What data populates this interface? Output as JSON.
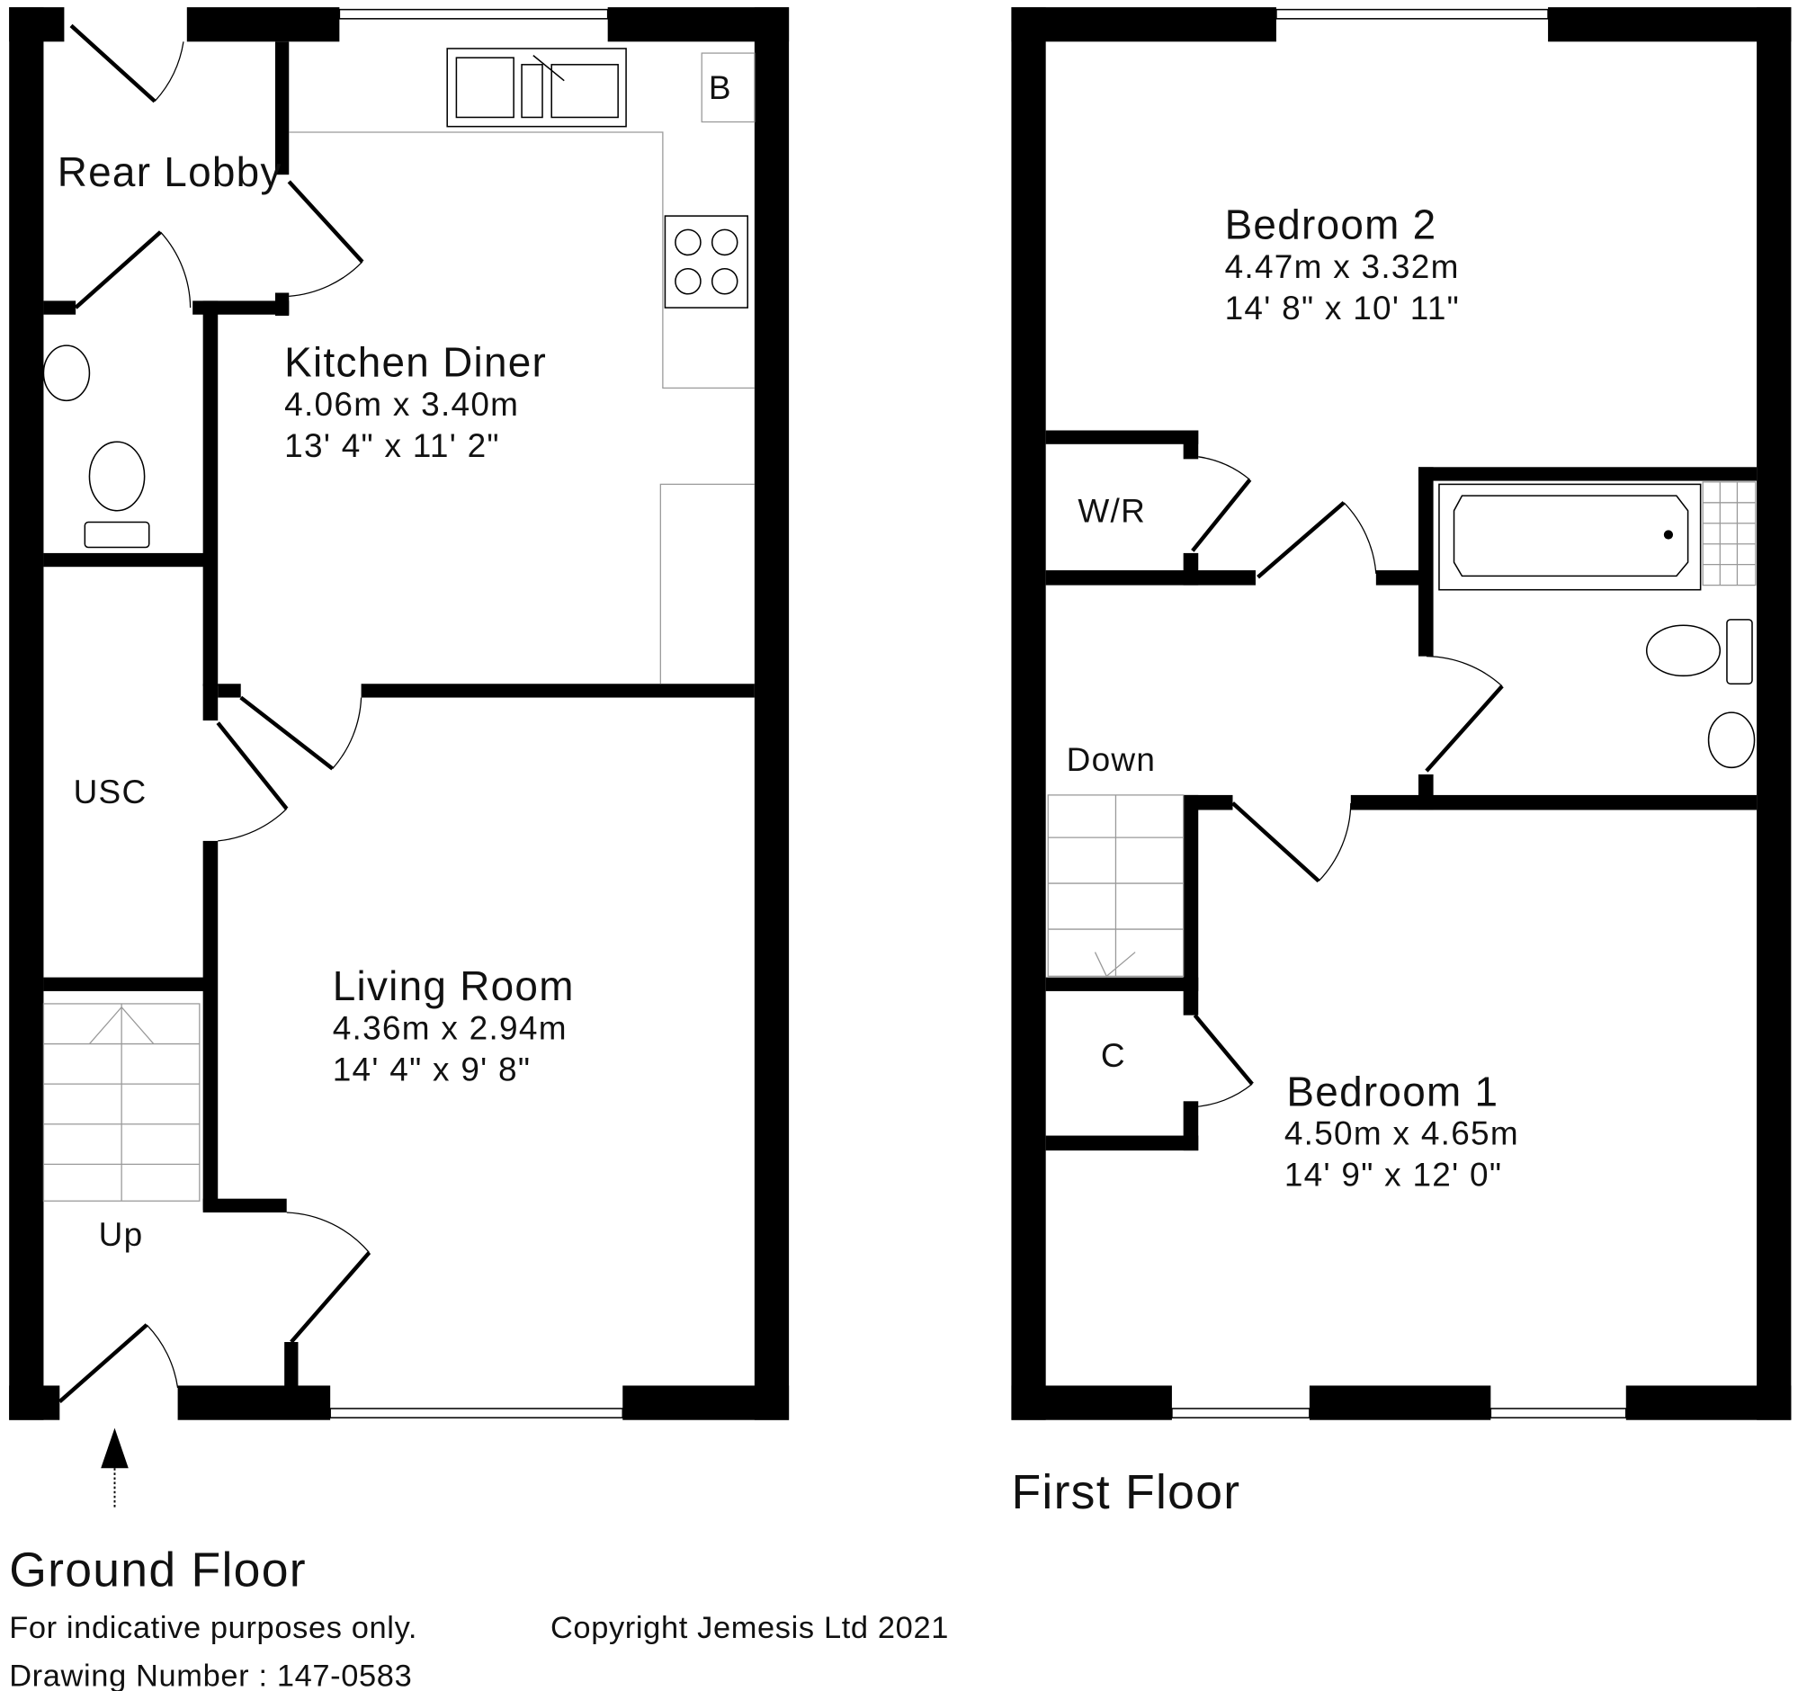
{
  "ground_floor": {
    "title": "Ground Floor",
    "rooms": {
      "rear_lobby": {
        "name": "Rear Lobby"
      },
      "kitchen": {
        "name": "Kitchen Diner",
        "metric": "4.06m x 3.40m",
        "imperial": "13' 4\" x 11' 2\""
      },
      "living": {
        "name": "Living Room",
        "metric": "4.36m x 2.94m",
        "imperial": "14' 4\" x 9' 8\""
      },
      "usc": {
        "name": "USC"
      },
      "stairs": {
        "name": "Up"
      },
      "boiler": {
        "name": "B"
      }
    }
  },
  "first_floor": {
    "title": "First Floor",
    "rooms": {
      "bedroom2": {
        "name": "Bedroom 2",
        "metric": "4.47m x 3.32m",
        "imperial": "14' 8\" x 10' 11\""
      },
      "bedroom1": {
        "name": "Bedroom 1",
        "metric": "4.50m x 4.65m",
        "imperial": "14' 9\" x 12' 0\""
      },
      "wardrobe": {
        "name": "W/R"
      },
      "cupboard": {
        "name": "C"
      },
      "stairs": {
        "name": "Down"
      }
    }
  },
  "footer": {
    "disclaimer": "For indicative purposes only.",
    "drawing_number": "Drawing Number : 147-0583",
    "copyright": "Copyright Jemesis Ltd 2021"
  }
}
